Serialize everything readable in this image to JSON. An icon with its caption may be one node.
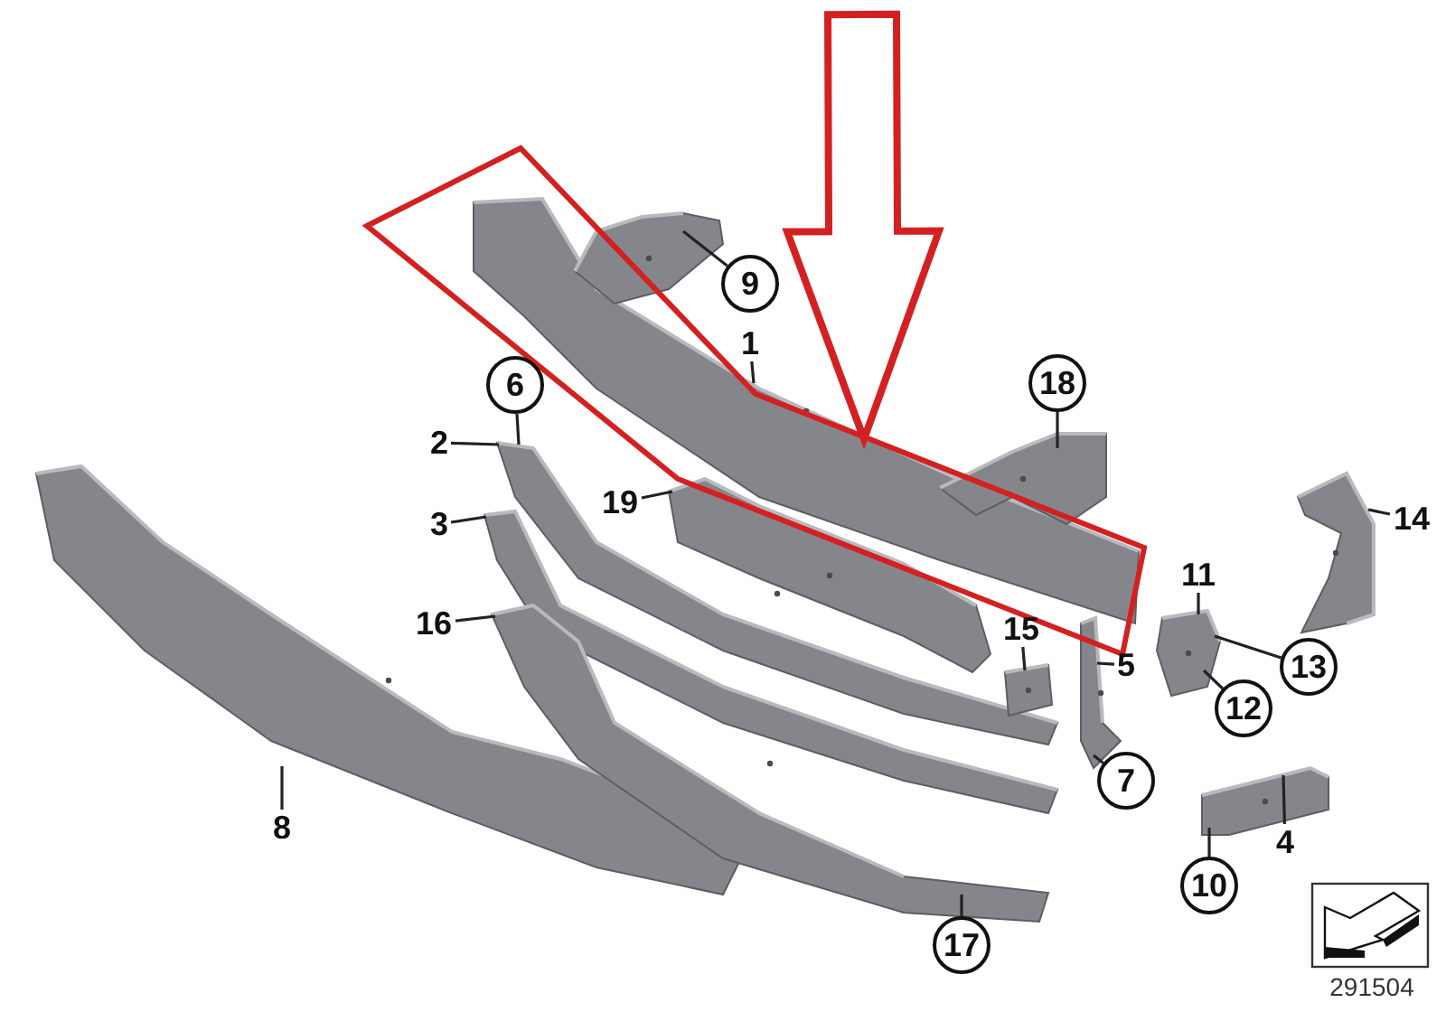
{
  "diagram": {
    "nodes": [
      {
        "text": [
          "9"
        ]
      },
      {
        "text": [
          "1"
        ]
      },
      {
        "text": [
          "6"
        ]
      },
      {
        "text": [
          "18"
        ]
      },
      {
        "text": [
          "2"
        ]
      },
      {
        "text": [
          "19"
        ]
      },
      {
        "text": [
          "14"
        ]
      },
      {
        "text": [
          "3"
        ]
      },
      {
        "text": [
          "11"
        ]
      },
      {
        "text": [
          "15"
        ]
      },
      {
        "text": [
          "5"
        ]
      },
      {
        "text": [
          "16"
        ]
      },
      {
        "text": [
          "13"
        ]
      },
      {
        "text": [
          "12"
        ]
      },
      {
        "text": [
          "7"
        ]
      },
      {
        "text": [
          "8"
        ]
      },
      {
        "text": [
          "4"
        ]
      },
      {
        "text": [
          "10"
        ]
      },
      {
        "text": [
          "17"
        ]
      },
      {
        "text": [],
        "shape": "picture"
      },
      {
        "text": [],
        "shape": "picture"
      },
      {
        "text": [],
        "shape": "picture"
      },
      {
        "text": [],
        "shape": "picture"
      },
      {
        "text": [],
        "shape": "picture"
      },
      {
        "text": [],
        "shape": "picture"
      },
      {
        "text": [],
        "shape": "picture"
      },
      {
        "text": [],
        "shape": "picture"
      },
      {
        "text": [],
        "shape": "picture"
      },
      {
        "text": [],
        "shape": "picture"
      },
      {
        "text": [],
        "shape": "picture"
      },
      {
        "text": [],
        "shape": "picture"
      },
      {
        "text": [],
        "shape": "picture"
      }
    ],
    "edges": [
      {
        "from": 0,
        "to": 24,
        "arrow": "none"
      },
      {
        "from": 1,
        "to": 20,
        "arrow": "none"
      },
      {
        "from": 2,
        "to": 23,
        "arrow": "none"
      },
      {
        "from": 3,
        "to": 26,
        "arrow": "none"
      },
      {
        "from": 4,
        "to": 23,
        "arrow": "none"
      },
      {
        "from": 5,
        "to": 25,
        "arrow": "none"
      },
      {
        "from": 6,
        "to": 31,
        "arrow": "none"
      },
      {
        "from": 7,
        "to": 21,
        "arrow": "none"
      },
      {
        "from": 8,
        "to": 29,
        "arrow": "none"
      },
      {
        "from": 9,
        "to": 27,
        "arrow": "none"
      },
      {
        "from": 10,
        "to": 28,
        "arrow": "none"
      },
      {
        "from": 11,
        "to": 22,
        "arrow": "none"
      },
      {
        "from": 12,
        "to": 29,
        "arrow": "none"
      },
      {
        "from": 13,
        "to": 29,
        "arrow": "none"
      },
      {
        "from": 14,
        "to": 28,
        "arrow": "none"
      },
      {
        "from": 15,
        "to": 19,
        "arrow": "none"
      },
      {
        "from": 16,
        "to": 30,
        "arrow": "none"
      },
      {
        "from": 17,
        "to": 30,
        "arrow": "none"
      },
      {
        "from": 18,
        "to": 22,
        "arrow": "none"
      },
      {
        "from": null,
        "to": 20,
        "arrow": "to",
        "style": "thick",
        "color": "#d42020"
      }
    ],
    "labels": [
      "291504"
    ]
  }
}
